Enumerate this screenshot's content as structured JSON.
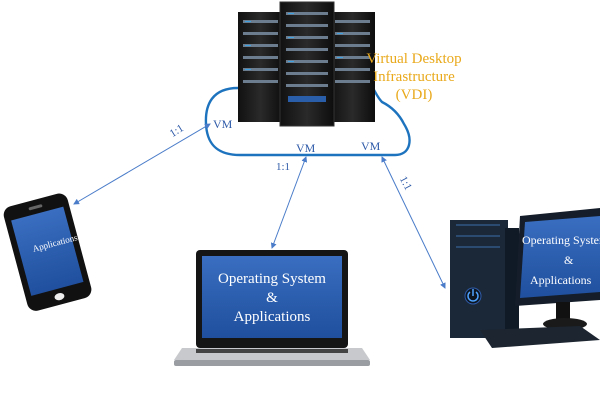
{
  "cloud": {
    "title_lines": [
      "Virtual Desktop",
      "Infrastructure",
      "(VDI)"
    ],
    "vm_labels": [
      "VM",
      "VM",
      "VM"
    ]
  },
  "connections": [
    {
      "ratio": "1:1",
      "target": "tablet"
    },
    {
      "ratio": "1:1",
      "target": "laptop"
    },
    {
      "ratio": "1:1",
      "target": "desktop"
    }
  ],
  "devices": {
    "tablet": {
      "screen_lines": [
        "Applications"
      ]
    },
    "laptop": {
      "screen_lines": [
        "Operating System",
        "&",
        "Applications"
      ]
    },
    "desktop": {
      "screen_lines": [
        "Operating System",
        "&",
        "Applications"
      ]
    }
  },
  "colors": {
    "cloud_stroke": "#1e73be",
    "arrow": "#4a7cc9",
    "label": "#2e5aa8",
    "vdi_text": "#e9a91b",
    "screen": "#2d5fb0"
  }
}
